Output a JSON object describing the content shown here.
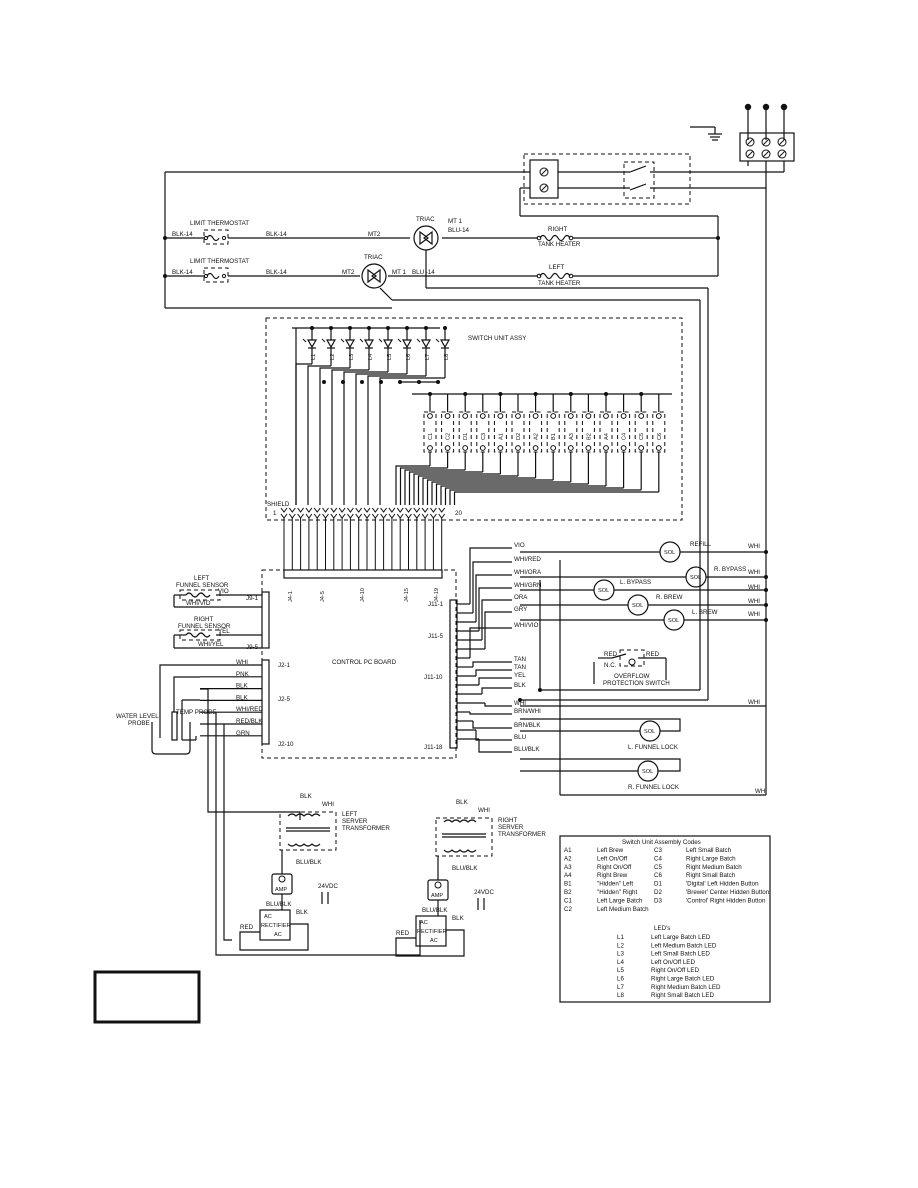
{
  "top": {
    "limit_thermostat_1": "LIMIT THERMOSTAT",
    "limit_thermostat_2": "LIMIT THERMOSTAT",
    "blk14": "BLK-14",
    "triac": "TRIAC",
    "mt1": "MT 1",
    "mt2": "MT2",
    "blu14": "BLU-14",
    "blu14b": "BLU -14",
    "right": "RIGHT",
    "left": "LEFT",
    "tank_heater": "TANK HEATER"
  },
  "switch_unit": {
    "title": "SWITCH UNIT ASSY",
    "leds": [
      "L1",
      "L2",
      "L3",
      "L4",
      "L5",
      "L6",
      "L7",
      "L8"
    ],
    "switches": [
      "C1",
      "C2",
      "D1",
      "C3",
      "A1",
      "D2",
      "A2",
      "B1",
      "A3",
      "B2",
      "A4",
      "C4",
      "C5",
      "C6"
    ],
    "shield": "SHIELD",
    "pin_start": "1",
    "pin_end": "20"
  },
  "board": {
    "title": "CONTROL PC BOARD",
    "j4": [
      "J4-1",
      "J4-5",
      "J4-10",
      "J4-15",
      "J4-19"
    ],
    "j9": [
      "J9-1",
      "J9-5"
    ],
    "j2": [
      "J2-1",
      "J2-5",
      "J2-10"
    ],
    "j11": [
      "J11-1",
      "J11-5",
      "J11-10",
      "J11-18"
    ],
    "left_funnel_sensor": "LEFT\nFUNNEL SENSOR",
    "right_funnel_sensor": "RIGHT\nFUNNEL SENSOR",
    "vio": "VIO",
    "whivio": "WHI/VIO",
    "yel": "YEL",
    "whiyel": "WHI/YEL",
    "j2_wires": [
      "WHI",
      "PNK",
      "BLK",
      "BLK",
      "WHI/RED",
      "RED/BLK",
      "GRN"
    ],
    "water_level_probe": "WATER LEVEL\nPROBE",
    "temp_probe": "TEMP PROBE"
  },
  "j11_wires": [
    "VIO",
    "WHI/RED",
    "WHI/ORA",
    "WHI/GRN",
    "ORA",
    "GRY",
    "WHI/VIO",
    "TAN",
    "TAN",
    "YEL",
    "BLK",
    "WHI",
    "BRN/WHI",
    "BRN/BLK",
    "BLU",
    "BLU/BLK"
  ],
  "solenoids": {
    "sol": "SOL",
    "refill": "REFILL",
    "r_bypass": "R. BYPASS",
    "l_bypass": "L. BYPASS",
    "r_brew": "R. BREW",
    "l_brew": "L. BREW",
    "l_funnel_lock": "L. FUNNEL LOCK",
    "r_funnel_lock": "R. FUNNEL LOCK",
    "whi": "WHI"
  },
  "overflow": {
    "red": "RED",
    "nc": "N.C.",
    "label": "OVERFLOW\nPROTECTION SWITCH"
  },
  "transformers": {
    "blk": "BLK",
    "whi": "WHI",
    "left": "LEFT\nSERVER\nTRANSFORMER",
    "right": "RIGHT\nSERVER\nTRANSFORMER",
    "blublk": "BLU/BLK",
    "amp": "AMP",
    "v24": "24VDC",
    "ac": "AC",
    "rectifier": "RECTIFIER",
    "red": "RED"
  },
  "legend": {
    "title": "Switch Unit Assembly Codes",
    "codes_left": [
      [
        "A1",
        "Left Brew"
      ],
      [
        "A2",
        "Left On/Off"
      ],
      [
        "A3",
        "Right On/Off"
      ],
      [
        "A4",
        "Right Brew"
      ],
      [
        "B1",
        "\"Hidden\" Left"
      ],
      [
        "B2",
        "\"Hidden\" Right"
      ],
      [
        "C1",
        "Left Large Batch"
      ],
      [
        "C2",
        "Left Medium Batch"
      ]
    ],
    "codes_right": [
      [
        "C3",
        "Left Small Batch"
      ],
      [
        "C4",
        "Right Large Batch"
      ],
      [
        "C5",
        "Right Medium Batch"
      ],
      [
        "C6",
        "Right Small Batch"
      ],
      [
        "D1",
        "'Digital' Left Hidden Button"
      ],
      [
        "D2",
        "'Brewer' Center Hidden Button"
      ],
      [
        "D3",
        "'Control' Right Hidden Button"
      ]
    ],
    "leds_title": "LED's",
    "leds": [
      [
        "L1",
        "Left Large Batch LED"
      ],
      [
        "L2",
        "Left Medium Batch LED"
      ],
      [
        "L3",
        "Left Small Batch LED"
      ],
      [
        "L4",
        "Left On/Off LED"
      ],
      [
        "L5",
        "Right On/Off LED"
      ],
      [
        "L6",
        "Right Large Batch LED"
      ],
      [
        "L7",
        "Right Medium Batch LED"
      ],
      [
        "L8",
        "Right Small Batch LED"
      ]
    ]
  }
}
